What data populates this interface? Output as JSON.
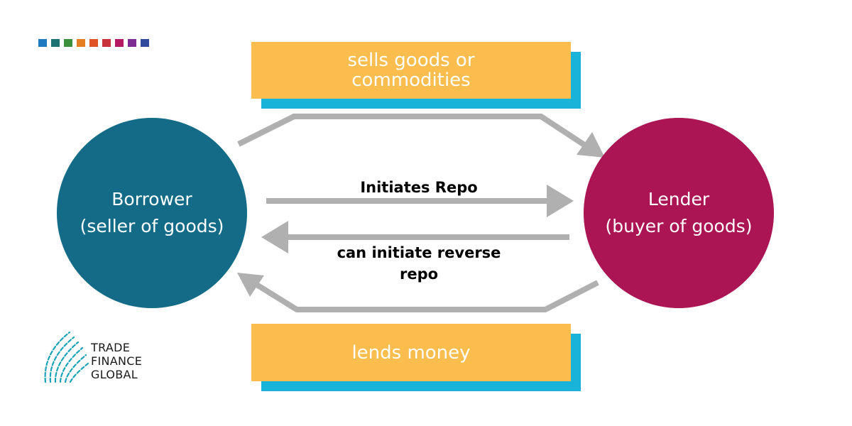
{
  "colors": {
    "borrower": "#146b87",
    "lender": "#ab1553",
    "label_face": "#fbbd4d",
    "label_shadow": "#19b3da",
    "arrow": "#b0b0b0",
    "logo_teal": "#1aa3b8",
    "squares": [
      "#1f7abf",
      "#1d7373",
      "#3c8f3c",
      "#e47e22",
      "#e05326",
      "#c8323a",
      "#b51a62",
      "#7d2c91",
      "#324a9c"
    ]
  },
  "top_label": {
    "text": "sells goods or commodities"
  },
  "bottom_label": {
    "text": "lends money"
  },
  "borrower": {
    "title": "Borrower",
    "subtitle": "(seller of goods)"
  },
  "lender": {
    "title": "Lender",
    "subtitle": "(buyer of goods)"
  },
  "flows": {
    "initiates_repo": "Initiates Repo",
    "reverse_repo_line1": "can initiate reverse",
    "reverse_repo_line2": "repo"
  },
  "logo": {
    "line1": "TRADE",
    "line2": "FINANCE",
    "line3": "GLOBAL"
  }
}
